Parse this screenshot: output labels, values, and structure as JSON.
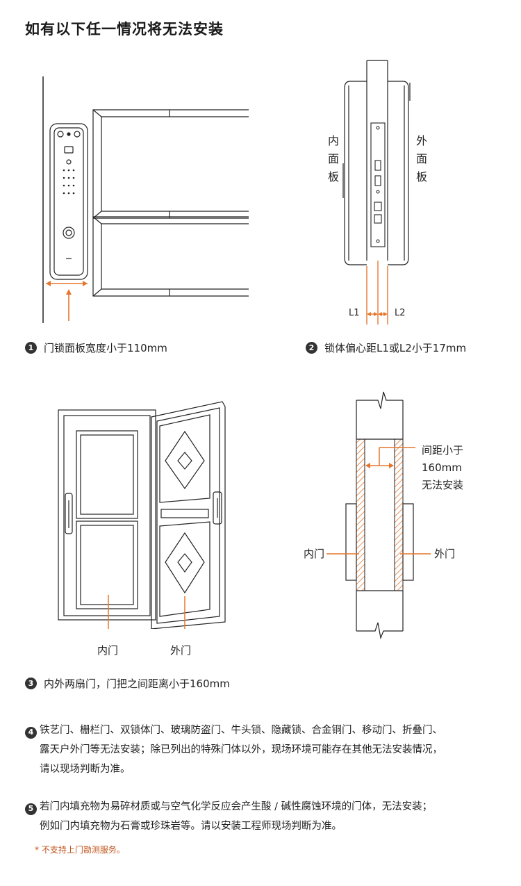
{
  "title": "如有以下任一情况将无法安装",
  "diagram1": {
    "caption_number": "1",
    "caption": "门锁面板宽度小于110mm"
  },
  "diagram2": {
    "inner_panel": [
      "内",
      "面",
      "板"
    ],
    "outer_panel": [
      "外",
      "面",
      "板"
    ],
    "l1": "L1",
    "l2": "L2",
    "caption_number": "2",
    "caption": "锁体偏心距L1或L2小于17mm"
  },
  "diagram3": {
    "inner_door": "内门",
    "outer_door": "外门",
    "caption_number": "3",
    "caption": "内外两扇门，门把之间距离小于160mm"
  },
  "diagram4": {
    "gap_text": [
      "间距小于",
      "160mm",
      "无法安装"
    ],
    "inner_door": "内门",
    "outer_door": "外门"
  },
  "notes": [
    {
      "number": "4",
      "lines": [
        "铁艺门、栅栏门、双锁体门、玻璃防盗门、牛头锁、隐藏锁、合金铜门、移动门、折叠门、",
        "露天户外门等无法安装；除已列出的特殊门体以外，现场环境可能存在其他无法安装情况，",
        "请以现场判断为准。"
      ]
    },
    {
      "number": "5",
      "lines": [
        "若门内填充物为易碎材质或与空气化学反应会产生酸 / 碱性腐蚀环境的门体，无法安装；",
        "例如门内填充物为石膏或珍珠岩等。请以安装工程师现场判断为准。"
      ]
    }
  ],
  "footnote": "* 不支持上门勘测服务。",
  "colors": {
    "accent": "#e6762c",
    "line": "#222222",
    "text": "#222222",
    "note": "#c0541c"
  }
}
